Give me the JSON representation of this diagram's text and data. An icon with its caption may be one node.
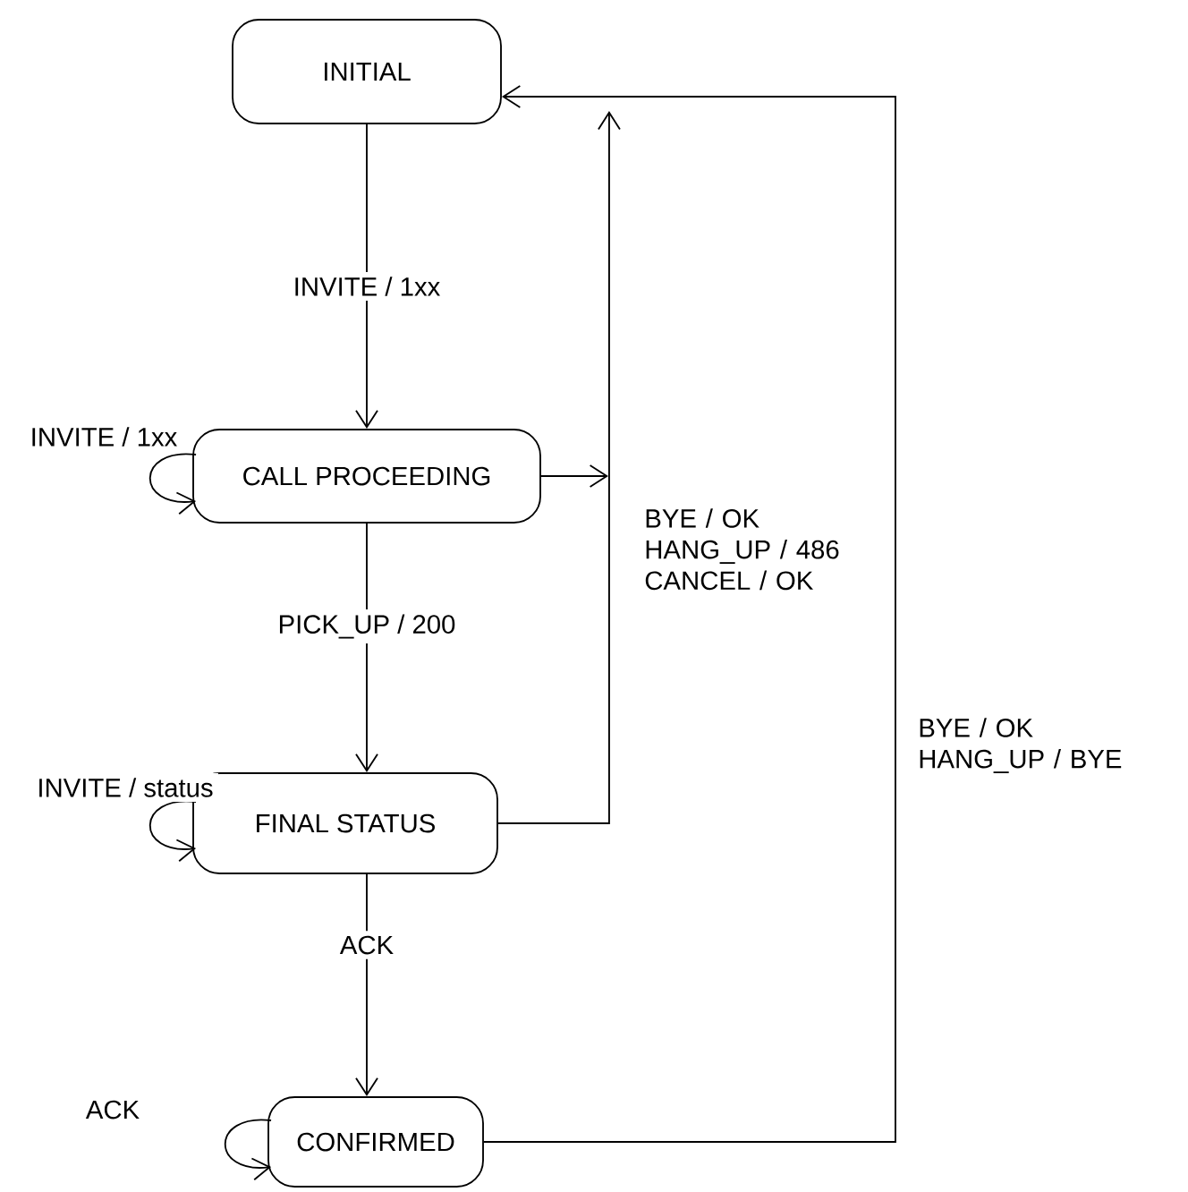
{
  "diagram": {
    "nodes": [
      {
        "text": [
          "INITIAL"
        ]
      },
      {
        "text": [
          "CALL PROCEEDING"
        ]
      },
      {
        "text": [
          "FINAL STATUS"
        ]
      },
      {
        "text": [
          "CONFIRMED"
        ]
      }
    ],
    "edges": [
      {
        "from": 0,
        "to": 1,
        "arrow": "to",
        "label": "INVITE / 1xx"
      },
      {
        "from": 1,
        "to": 1,
        "arrow": "to",
        "label": "INVITE / 1xx"
      },
      {
        "from": 1,
        "to": 0,
        "arrow": "to",
        "label": "BYE / OK HANG_UP / 486 CANCEL / OK"
      },
      {
        "from": 2,
        "to": 0,
        "arrow": "to"
      },
      {
        "from": 1,
        "to": 2,
        "arrow": "to",
        "label": "PICK_UP / 200"
      },
      {
        "from": 2,
        "to": 2,
        "arrow": "to",
        "label": "INVITE / status"
      },
      {
        "from": 2,
        "to": 3,
        "arrow": "to",
        "label": "ACK"
      },
      {
        "from": 3,
        "to": 3,
        "arrow": "to",
        "label": "ACK"
      },
      {
        "from": 3,
        "to": 0,
        "arrow": "to",
        "label": "BYE / OK HANG_UP / BYE"
      }
    ]
  }
}
